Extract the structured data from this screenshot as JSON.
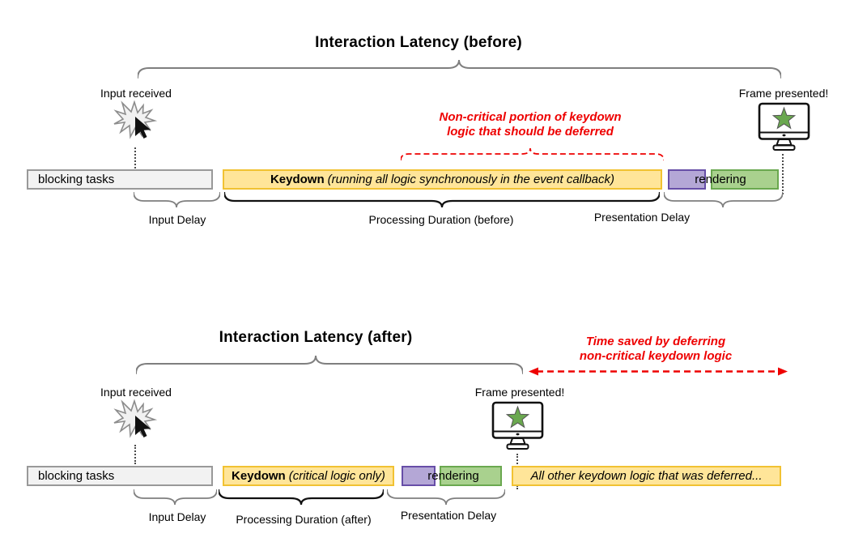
{
  "colors": {
    "bar_yellow_fill": "#ffe599",
    "bar_yellow_border": "#f1c232",
    "bar_gray_fill": "#f2f2f2",
    "bar_gray_border": "#999999",
    "bar_purple_fill": "#b4a7d6",
    "bar_purple_border": "#674ea7",
    "bar_green_fill": "#a9d18e",
    "bar_green_border": "#6aa84f",
    "annotation_red": "#ee0000",
    "brace_gray": "#7f7f7f",
    "brace_black": "#111111",
    "star_green": "#6aa84f"
  },
  "before": {
    "title": "Interaction Latency (before)",
    "input_received": "Input received",
    "frame_presented": "Frame presented!",
    "annotation": {
      "line1": "Non-critical portion of keydown",
      "line2": "logic that should be deferred"
    },
    "bars": {
      "blocking": "blocking tasks",
      "keydown_bold": "Keydown",
      "keydown_italic": "(running all logic synchronously in the event callback)",
      "rendering": "rendering"
    },
    "labels": {
      "input_delay": "Input Delay",
      "processing": "Processing Duration (before)",
      "presentation": "Presentation Delay"
    }
  },
  "after": {
    "title": "Interaction Latency (after)",
    "input_received": "Input received",
    "frame_presented": "Frame presented!",
    "annotation": {
      "line1": "Time saved by deferring",
      "line2": "non-critical keydown logic"
    },
    "bars": {
      "blocking": "blocking tasks",
      "keydown_bold": "Keydown",
      "keydown_italic": "(critical logic only)",
      "rendering": "rendering",
      "deferred": "All other keydown logic that was deferred..."
    },
    "labels": {
      "input_delay": "Input Delay",
      "processing": "Processing Duration (after)",
      "presentation": "Presentation Delay"
    }
  }
}
